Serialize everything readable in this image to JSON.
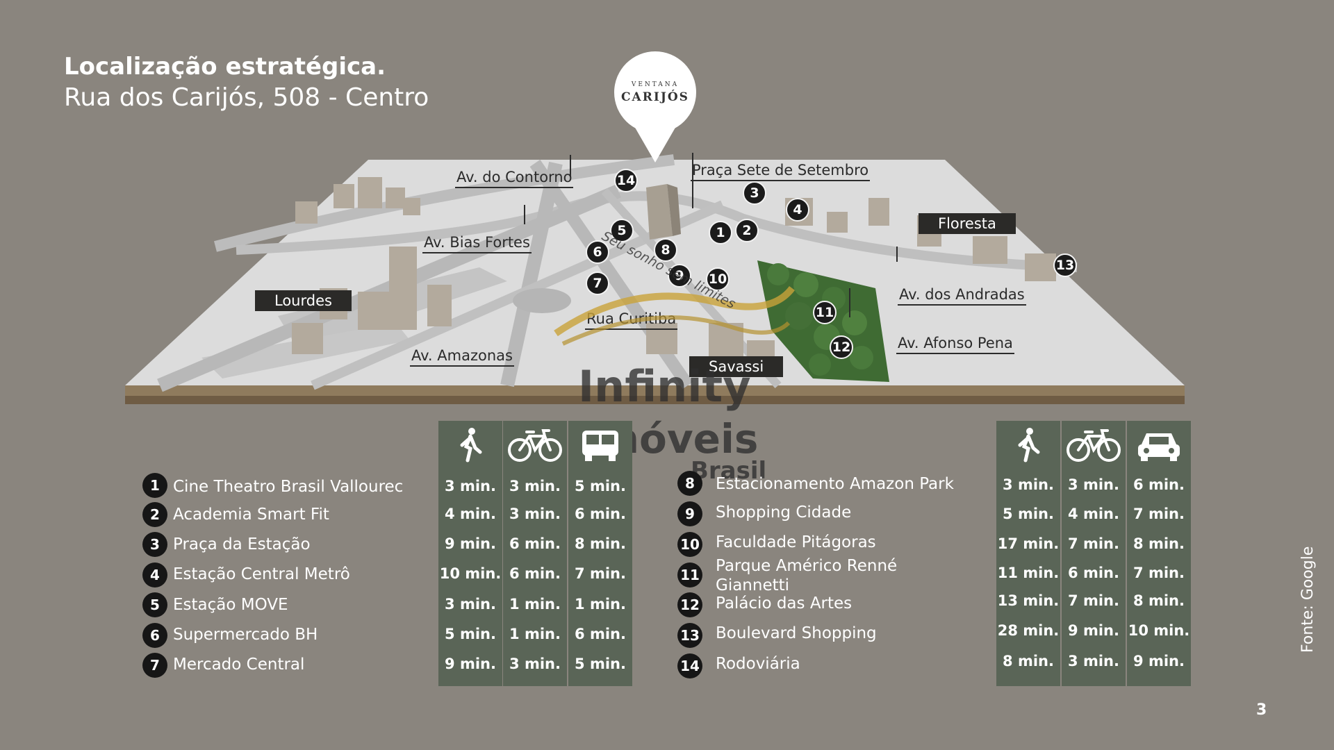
{
  "header": {
    "title": "Localização estratégica.",
    "subtitle": "Rua dos Carijós, 508 - Centro"
  },
  "logo": {
    "small": "VENTANA",
    "big": "CARIJÓS"
  },
  "map": {
    "roads": {
      "contorno": "Av. do Contorno",
      "bias_fortes": "Av. Bias Fortes",
      "praca_sete": "Praça Sete de Setembro",
      "amazonas": "Av. Amazonas",
      "curitiba": "Rua Curitiba",
      "andradas": "Av. dos Andradas",
      "afonso_pena": "Av. Afonso Pena"
    },
    "regions": {
      "lourdes": "Lourdes",
      "floresta": "Floresta",
      "savassi": "Savassi"
    }
  },
  "watermark": {
    "line1": "Infinity",
    "line2": "Imóveis",
    "line3": "Brasil",
    "script": "Seu sonho sem limites"
  },
  "colors": {
    "background": "#8a857e",
    "column": "#5a6557",
    "marker": "#161616"
  },
  "icons": {
    "walk": "walking-person-icon",
    "bike": "bicycle-icon",
    "bus": "bus-icon",
    "car": "car-icon"
  },
  "left_places": [
    {
      "num": "1",
      "name": "Cine Theatro Brasil Vallourec",
      "walk": "3 min.",
      "bike": "3 min.",
      "vehicle": "5 min."
    },
    {
      "num": "2",
      "name": "Academia Smart Fit",
      "walk": "4 min.",
      "bike": "3 min.",
      "vehicle": "6 min."
    },
    {
      "num": "3",
      "name": "Praça da Estação",
      "walk": "9 min.",
      "bike": "6 min.",
      "vehicle": "8 min."
    },
    {
      "num": "4",
      "name": "Estação Central Metrô",
      "walk": "10 min.",
      "bike": "6 min.",
      "vehicle": "7 min."
    },
    {
      "num": "5",
      "name": "Estação MOVE",
      "walk": "3 min.",
      "bike": "1 min.",
      "vehicle": "1 min."
    },
    {
      "num": "6",
      "name": "Supermercado BH",
      "walk": "5 min.",
      "bike": "1 min.",
      "vehicle": "6 min."
    },
    {
      "num": "7",
      "name": "Mercado Central",
      "walk": "9 min.",
      "bike": "3 min.",
      "vehicle": "5 min."
    }
  ],
  "right_places": [
    {
      "num": "8",
      "name": "Estacionamento Amazon Park",
      "walk": "3 min.",
      "bike": "3 min.",
      "vehicle": "6 min."
    },
    {
      "num": "9",
      "name": "Shopping Cidade",
      "walk": "5 min.",
      "bike": "4 min.",
      "vehicle": "7 min."
    },
    {
      "num": "10",
      "name": "Faculdade Pitágoras",
      "walk": "17 min.",
      "bike": "7 min.",
      "vehicle": "8 min."
    },
    {
      "num": "11",
      "name": "Parque Américo Renné",
      "name2": "Giannetti",
      "walk": "11 min.",
      "bike": "6 min.",
      "vehicle": "7 min."
    },
    {
      "num": "12",
      "name": "Palácio das Artes",
      "walk": "13 min.",
      "bike": "7 min.",
      "vehicle": "8 min."
    },
    {
      "num": "13",
      "name": "Boulevard Shopping",
      "walk": "28 min.",
      "bike": "9 min.",
      "vehicle": "10 min."
    },
    {
      "num": "14",
      "name": "Rodoviária",
      "walk": "8 min.",
      "bike": "3 min.",
      "vehicle": "9 min."
    }
  ],
  "source": "Fonte: Google",
  "page_number": "3"
}
